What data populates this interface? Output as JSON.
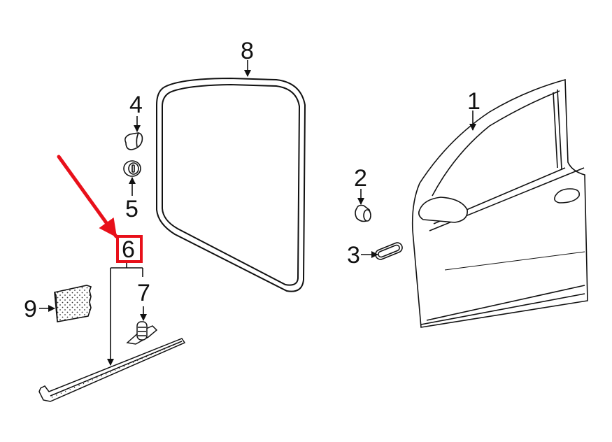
{
  "diagram": {
    "type": "parts-exploded-view",
    "subject": "Front door assembly",
    "highlight_color": "#e8101a",
    "line_color": "#111111",
    "highlighted_callout": "6",
    "callouts": [
      {
        "id": "1",
        "label": "1",
        "part": "door-shell"
      },
      {
        "id": "2",
        "label": "2",
        "part": "plug-round"
      },
      {
        "id": "3",
        "label": "3",
        "part": "plug-oval"
      },
      {
        "id": "4",
        "label": "4",
        "part": "cap"
      },
      {
        "id": "5",
        "label": "5",
        "part": "grommet"
      },
      {
        "id": "6",
        "label": "6",
        "part": "lower-molding-group"
      },
      {
        "id": "7",
        "label": "7",
        "part": "clip"
      },
      {
        "id": "8",
        "label": "8",
        "part": "weatherstrip-seal"
      },
      {
        "id": "9",
        "label": "9",
        "part": "adhesive-pad"
      }
    ]
  }
}
